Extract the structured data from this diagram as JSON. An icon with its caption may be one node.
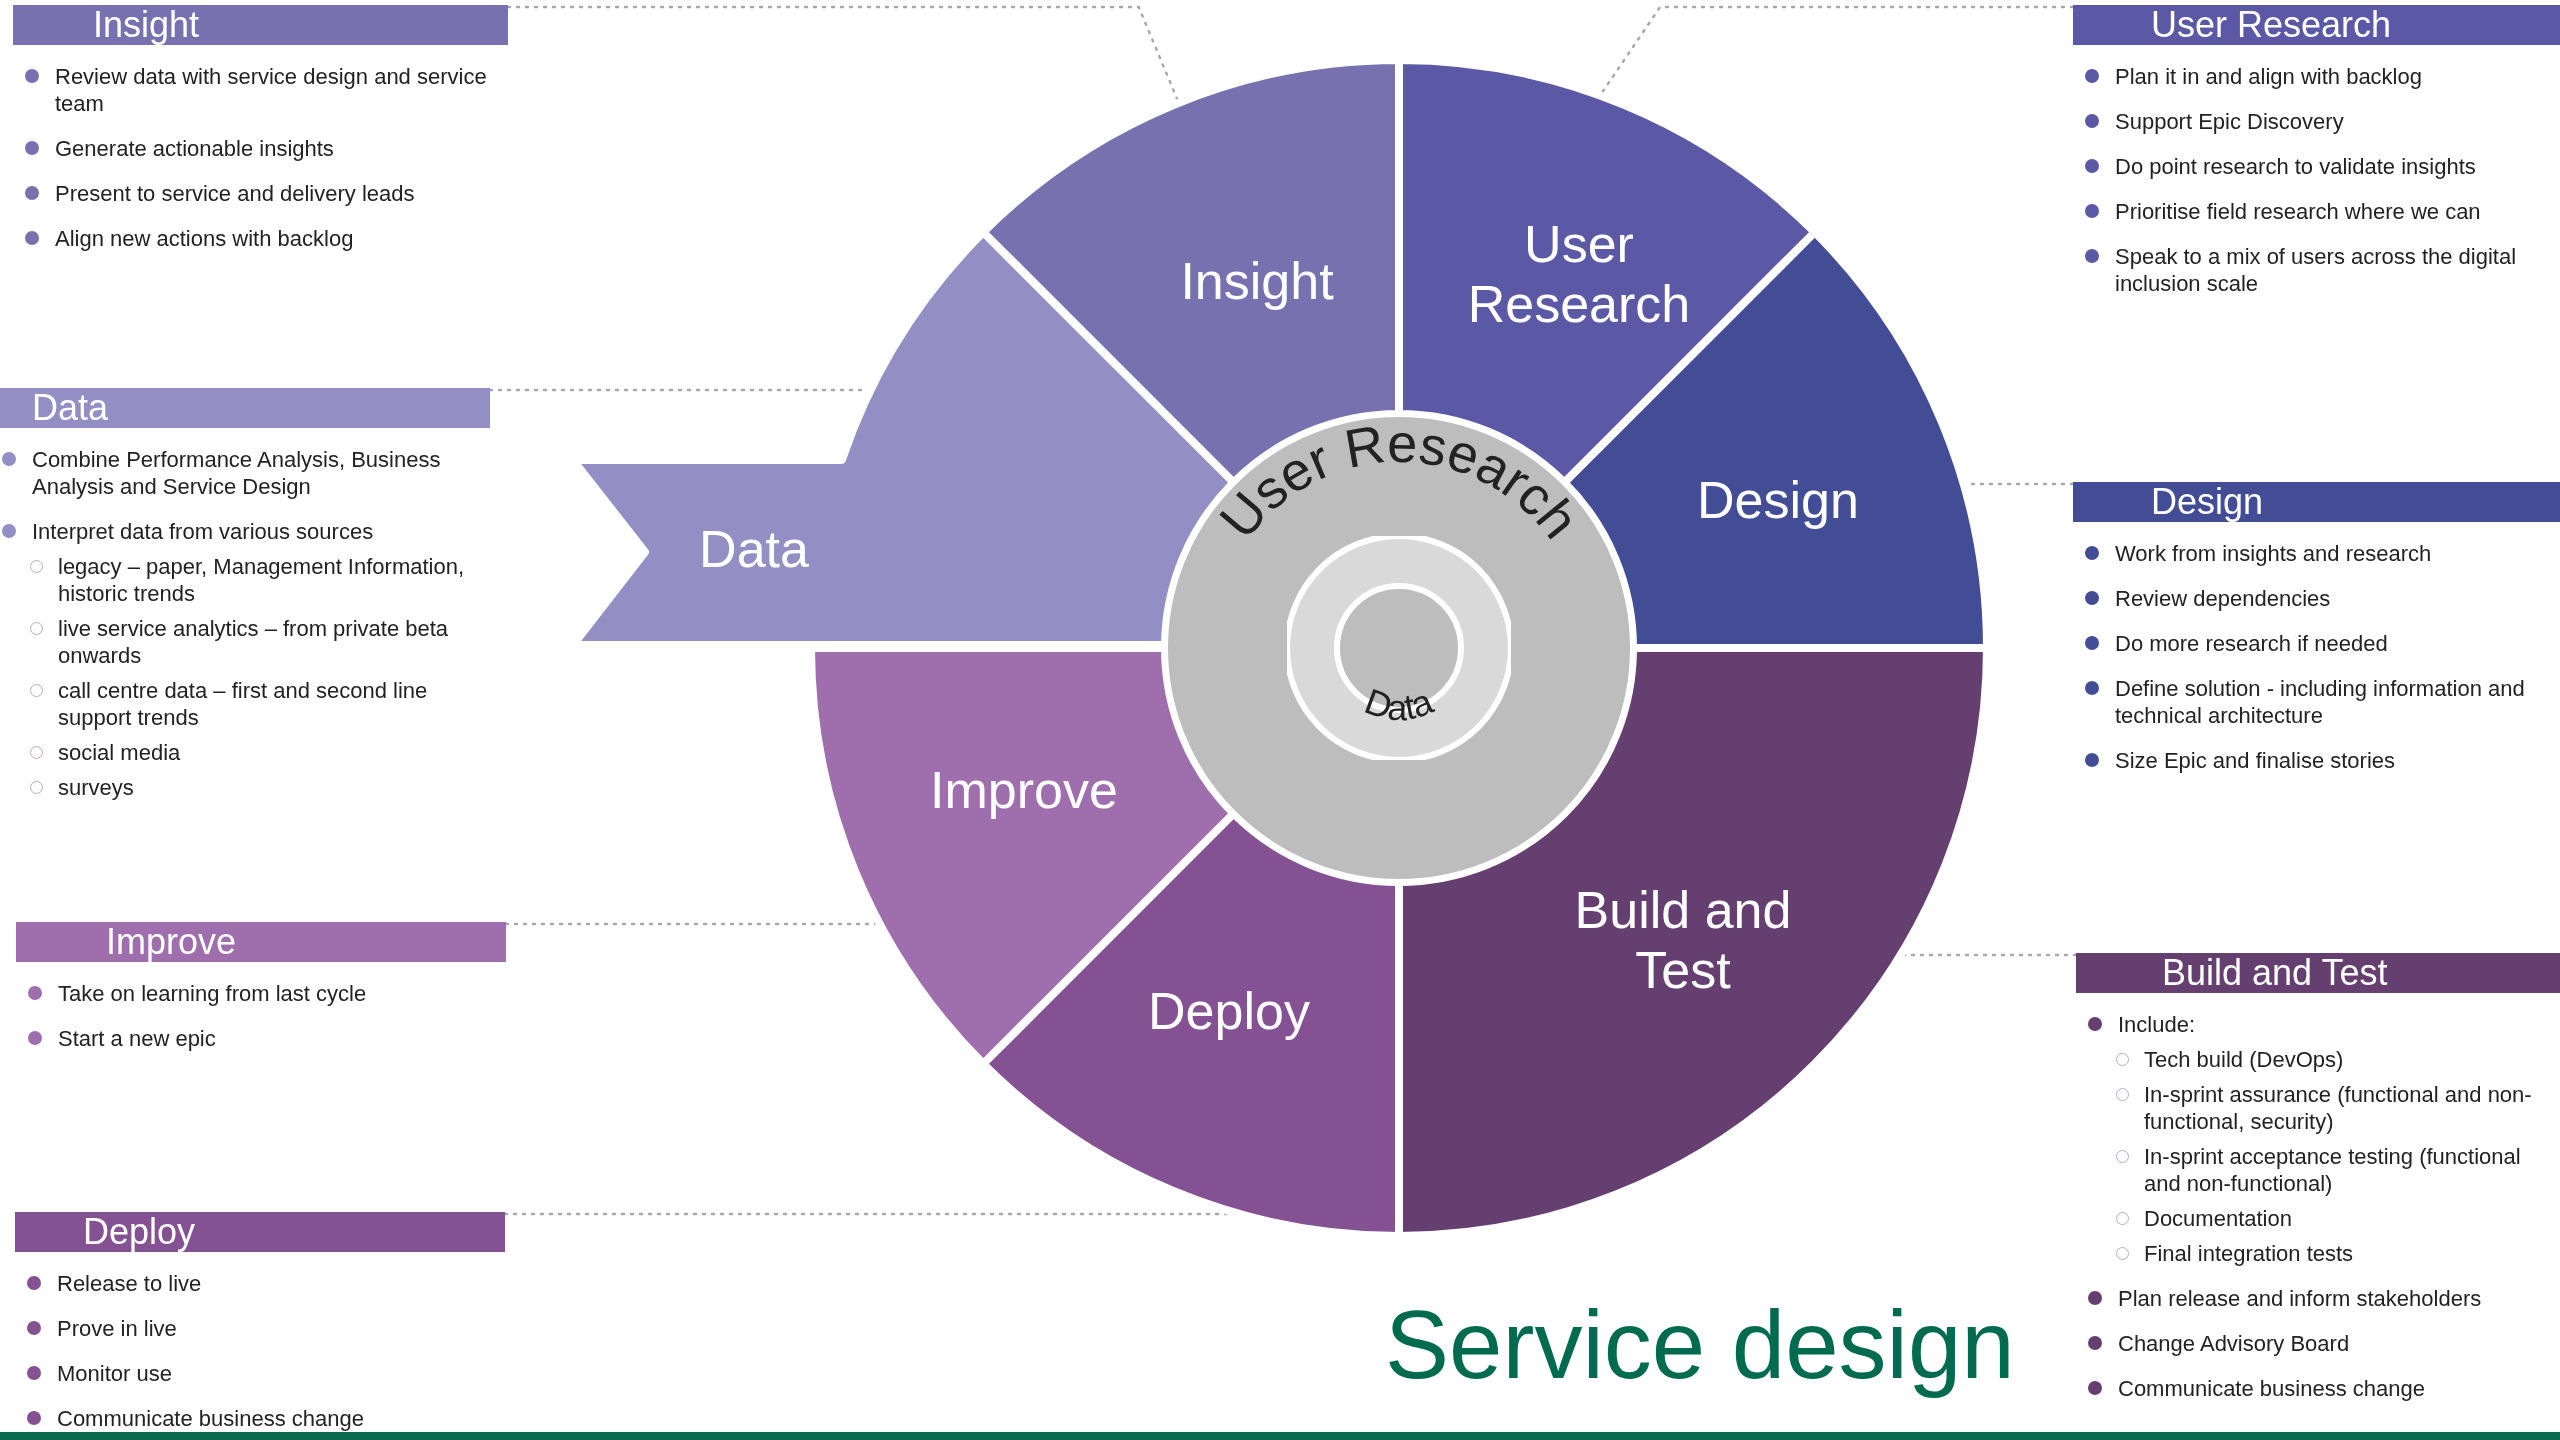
{
  "diagram": {
    "title": "Service design",
    "nodes": [
      {
        "text": [
          "Insight"
        ]
      },
      {
        "text": [
          "User Research"
        ]
      },
      {
        "text": [
          "Design"
        ]
      },
      {
        "text": [
          "Build and Test"
        ]
      },
      {
        "text": [
          "Deploy"
        ]
      },
      {
        "text": [
          "Improve"
        ]
      },
      {
        "text": [
          "Data"
        ]
      },
      {
        "text": [
          "User Research"
        ]
      },
      {
        "text": [
          "Data"
        ],
        "in": 7
      },
      {
        "text": [
          "Insight",
          "Review data with service design and service team",
          "Generate actionable insights",
          "Present to service and delivery leads",
          "Align new actions with backlog"
        ]
      },
      {
        "text": [
          "Data",
          "Combine Performance Analysis, Business Analysis and Service Design",
          "Interpret data from various sources",
          "legacy – paper, Management Information, historic trends",
          "live service analytics – from private beta onwards",
          "call centre data – first and second line support trends",
          "social media",
          "surveys"
        ]
      },
      {
        "text": [
          "Improve",
          "Take on learning from last cycle",
          "Start a new epic"
        ]
      },
      {
        "text": [
          "Deploy",
          "Release to live",
          "Prove in live",
          "Monitor use",
          "Communicate business change"
        ]
      },
      {
        "text": [
          "User  Research",
          "Plan it in and align with backlog",
          "Support Epic Discovery",
          "Do point research to validate insights",
          "Prioritise field research where we can",
          "Speak to a mix of users across the digital inclusion scale"
        ]
      },
      {
        "text": [
          "Design",
          "Work from insights and research",
          "Review dependencies",
          "Do more research if needed",
          "Define solution - including information and technical architecture",
          "Size Epic and finalise stories"
        ]
      },
      {
        "text": [
          "Build and Test",
          "Include:",
          "Tech build (DevOps)",
          "In-sprint assurance (functional and non-functional, security)",
          "In-sprint acceptance testing (functional and non-functional)",
          "Documentation",
          "Final integration tests",
          "Plan release and inform stakeholders",
          "Change Advisory Board",
          "Communicate business change"
        ]
      }
    ],
    "edges": [
      {
        "from": 9,
        "to": 0,
        "arrow": "none",
        "style": "dashed"
      },
      {
        "from": 10,
        "to": 6,
        "arrow": "none",
        "style": "dashed"
      },
      {
        "from": 11,
        "to": 5,
        "arrow": "none",
        "style": "dashed"
      },
      {
        "from": 12,
        "to": 4,
        "arrow": "none",
        "style": "dashed"
      },
      {
        "from": 13,
        "to": 1,
        "arrow": "none",
        "style": "dashed"
      },
      {
        "from": 14,
        "to": 2,
        "arrow": "none",
        "style": "dashed"
      },
      {
        "from": 15,
        "to": 3,
        "arrow": "none",
        "style": "dashed"
      }
    ]
  }
}
